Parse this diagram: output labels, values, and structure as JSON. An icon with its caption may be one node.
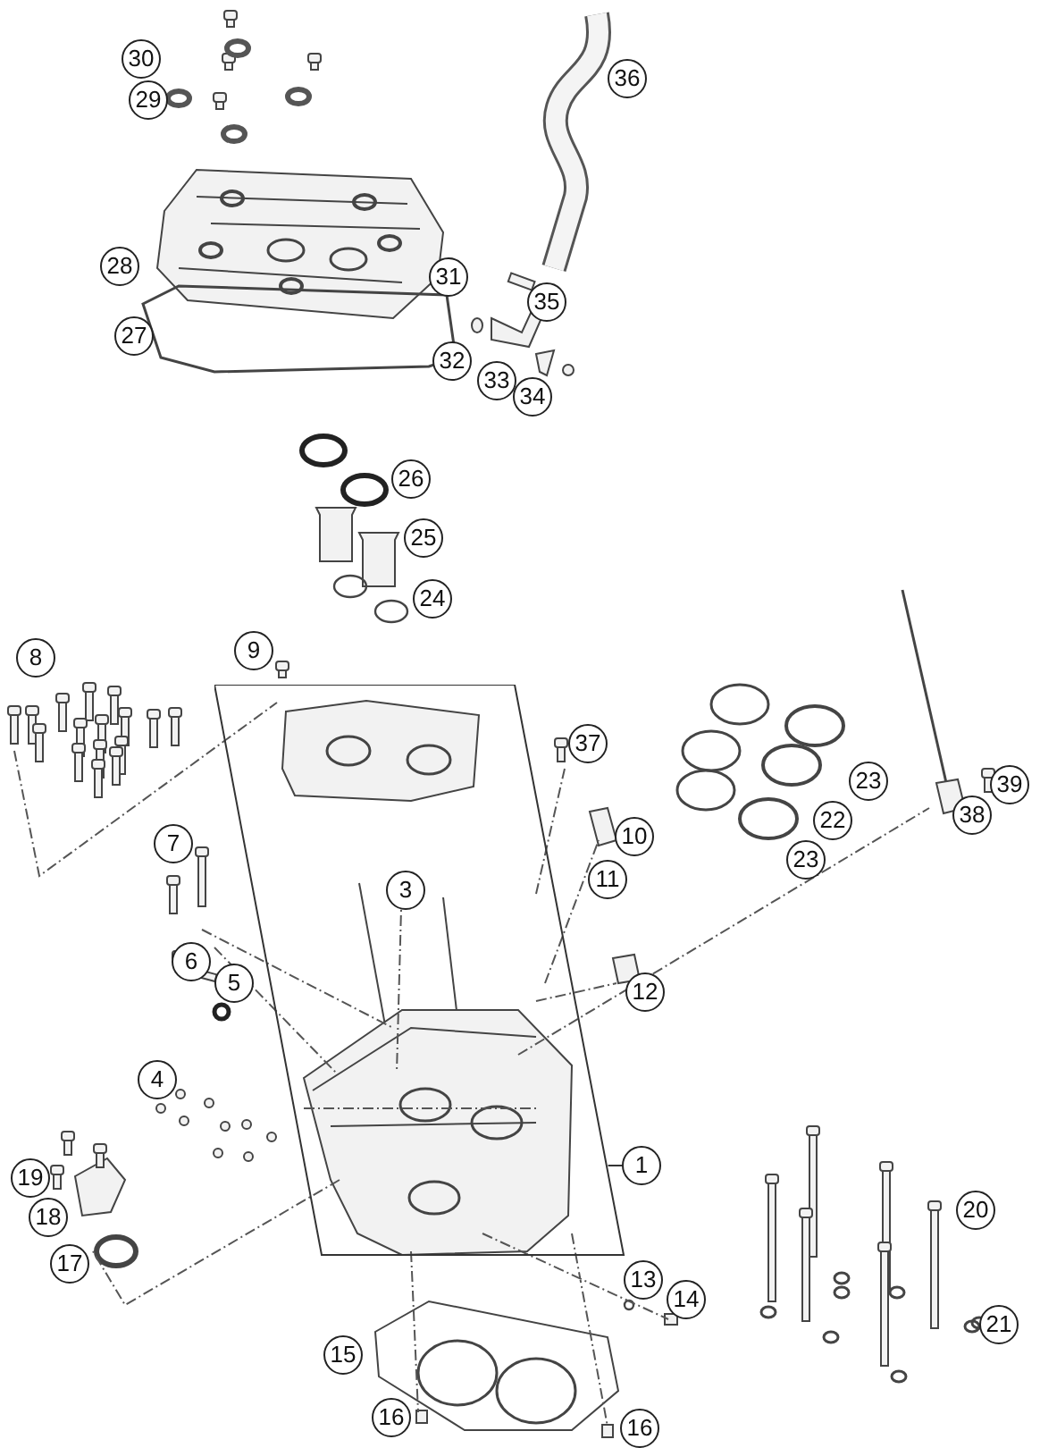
{
  "diagram": {
    "nodes": [
      {
        "text": [],
        "shape": "box"
      },
      {
        "text": [
          "1"
        ]
      },
      {
        "text": [
          "30"
        ]
      },
      {
        "text": [
          "36"
        ]
      },
      {
        "text": [
          "29"
        ]
      },
      {
        "text": [
          "31"
        ]
      },
      {
        "text": [
          "28"
        ]
      },
      {
        "text": [
          "35"
        ]
      },
      {
        "text": [
          "32"
        ]
      },
      {
        "text": [
          "33"
        ]
      },
      {
        "text": [
          "27"
        ]
      },
      {
        "text": [
          "34"
        ]
      },
      {
        "text": [
          "26"
        ]
      },
      {
        "text": [
          "25"
        ]
      },
      {
        "text": [
          "24"
        ]
      },
      {
        "text": [
          "8"
        ]
      },
      {
        "text": [
          "9"
        ]
      },
      {
        "text": [
          "37"
        ]
      },
      {
        "text": [
          "39"
        ]
      },
      {
        "text": [
          "23"
        ]
      },
      {
        "text": [
          "38"
        ]
      },
      {
        "text": [
          "10"
        ]
      },
      {
        "text": [
          "22"
        ]
      },
      {
        "text": [
          "7"
        ]
      },
      {
        "text": [
          "23"
        ]
      },
      {
        "text": [
          "11"
        ]
      },
      {
        "text": [
          "3"
        ],
        "in": 0
      },
      {
        "text": [
          "6"
        ]
      },
      {
        "text": [
          "5"
        ]
      },
      {
        "text": [
          "12"
        ]
      },
      {
        "text": [
          "4"
        ]
      },
      {
        "text": [
          "20"
        ]
      },
      {
        "text": [
          "19"
        ]
      },
      {
        "text": [
          "18"
        ]
      },
      {
        "text": [
          "17"
        ]
      },
      {
        "text": [
          "13"
        ]
      },
      {
        "text": [
          "14"
        ]
      },
      {
        "text": [
          "15"
        ]
      },
      {
        "text": [
          "21"
        ]
      },
      {
        "text": [
          "16"
        ]
      },
      {
        "text": [
          "16"
        ]
      }
    ],
    "edges": [
      {
        "from": 1,
        "to": 0,
        "arrow": "none"
      }
    ]
  }
}
